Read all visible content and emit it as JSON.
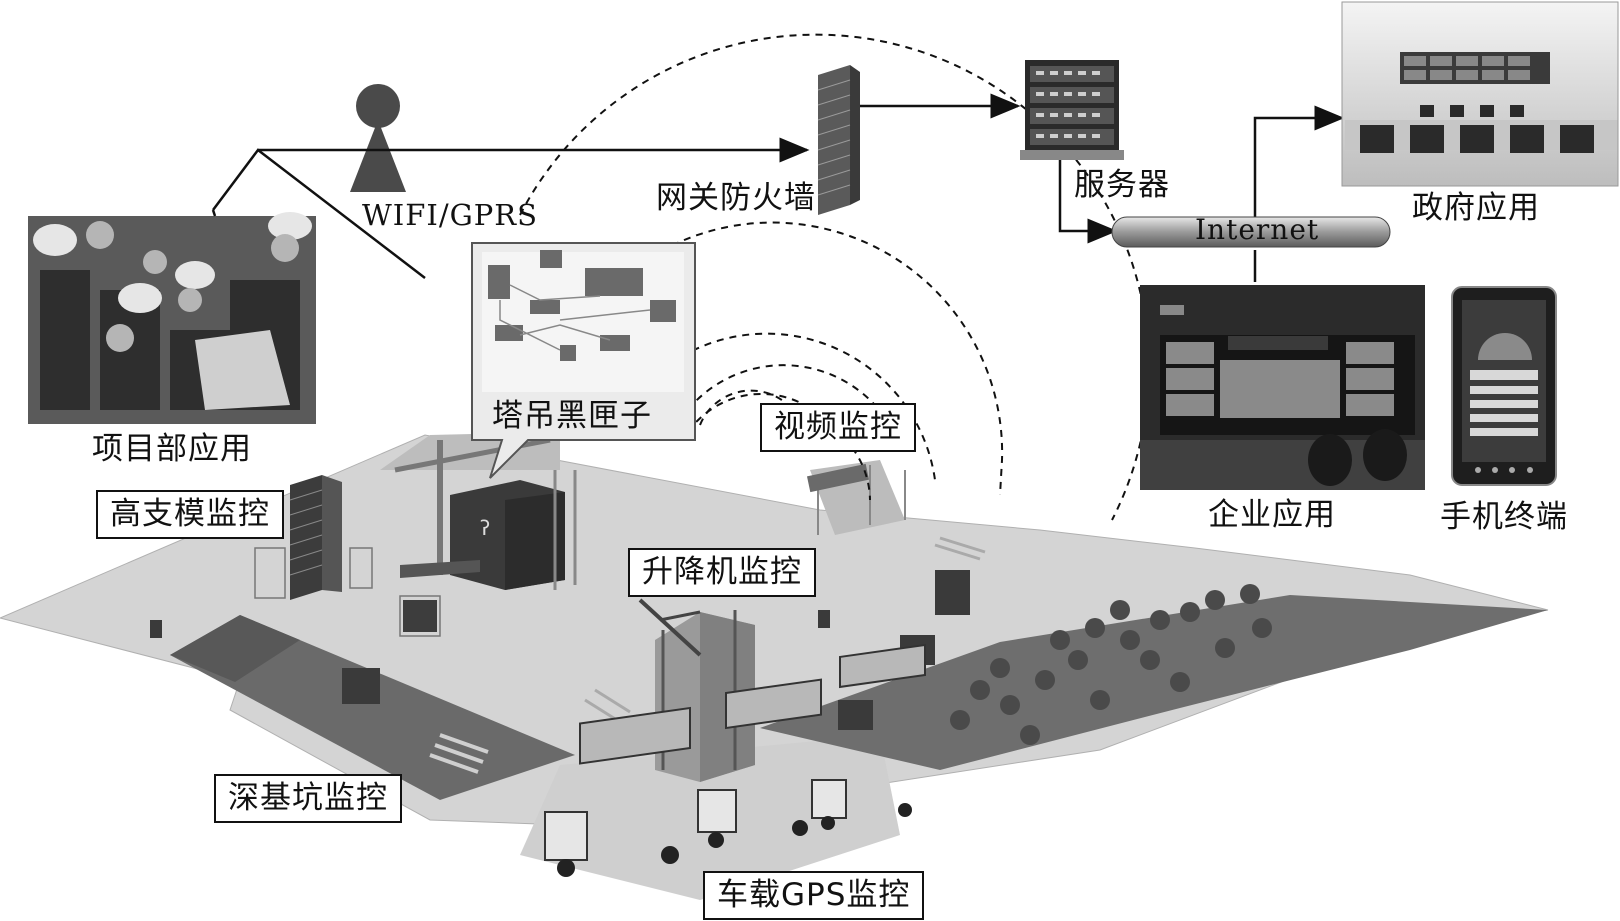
{
  "network": {
    "wifi_label": "WIFI/GPRS",
    "firewall_label": "网关防火墙",
    "server_label": "服务器",
    "internet_label": "Internet"
  },
  "apps": {
    "project": "项目部应用",
    "government": "政府应用",
    "enterprise": "企业应用",
    "mobile": "手机终端"
  },
  "site": {
    "blackbox_label": "塔吊黑匣子",
    "video": "视频监控",
    "formwork": "高支模监控",
    "elevator": "升降机监控",
    "pit": "深基坑监控",
    "gps": "车载GPS监控"
  }
}
